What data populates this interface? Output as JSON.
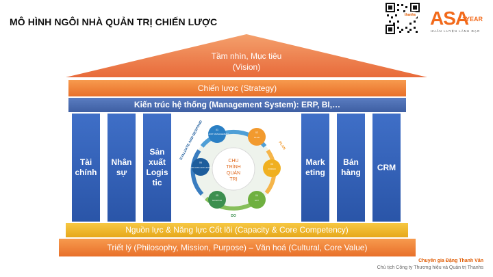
{
  "header": {
    "title": "MÔ HÌNH NGÔI NHÀ QUẢN TRỊ CHIẾN LƯỢC",
    "qr_label": "thanhs",
    "logo_main": "ASA",
    "logo_sup": "1YEAR",
    "logo_sub": "HUẤN LUYỆN LÃNH ĐẠO"
  },
  "roof": {
    "line1": "Tầm nhìn, Mục tiêu",
    "line2": "(Vision)"
  },
  "bands": {
    "strategy": "Chiến lược (Strategy)",
    "management": "Kiến trúc hệ thống (Management System): ERP, BI,…",
    "capacity": "Nguồn lực & Năng lực Cốt lõi (Capacity & Core Competency)",
    "philosophy": "Triết lý (Philosophy, Mission, Purpose)  – Văn hoá (Cultural, Core Value)"
  },
  "pillars_left": [
    {
      "lines": [
        "Tài",
        "chính"
      ]
    },
    {
      "lines": [
        "Nhân",
        "sự"
      ]
    },
    {
      "lines": [
        "Sản",
        "xuất",
        "Logis",
        "tic"
      ]
    }
  ],
  "pillars_right": [
    {
      "lines": [
        "Mark",
        "eting"
      ]
    },
    {
      "lines": [
        "Bán",
        "hàng"
      ]
    },
    {
      "lines": [
        "CRM"
      ]
    }
  ],
  "cycle": {
    "center_lines": [
      "CHU",
      "TRÌNH",
      "QUẢN",
      "TRỊ"
    ],
    "label_left": "EVALUATE AND RESPOND",
    "label_plan": "PLAN",
    "label_do": "DO",
    "nodes": [
      "ADJUST MANAGEMENT",
      "PLAN",
      "ASSIGN",
      "ACT",
      "MONITOR",
      "EVALUATE AND LEARN"
    ],
    "numbers": [
      "01",
      "02",
      "03",
      "04",
      "05",
      "06"
    ],
    "colors": {
      "adjust": "#2a7fc4",
      "plan": "#f29a2e",
      "assign": "#f0b020",
      "act": "#6fb040",
      "monitor": "#3c8f4f",
      "evaluate": "#1e5d9c"
    }
  },
  "footer": {
    "name": "Chuyên gia Đặng Thanh Vân",
    "role": "Chủ tịch Công ty Thương hiệu và Quản trị Thanhs"
  },
  "colors": {
    "orange": "#e8702a",
    "blue": "#2a55a8",
    "yellow": "#e6a81b"
  }
}
